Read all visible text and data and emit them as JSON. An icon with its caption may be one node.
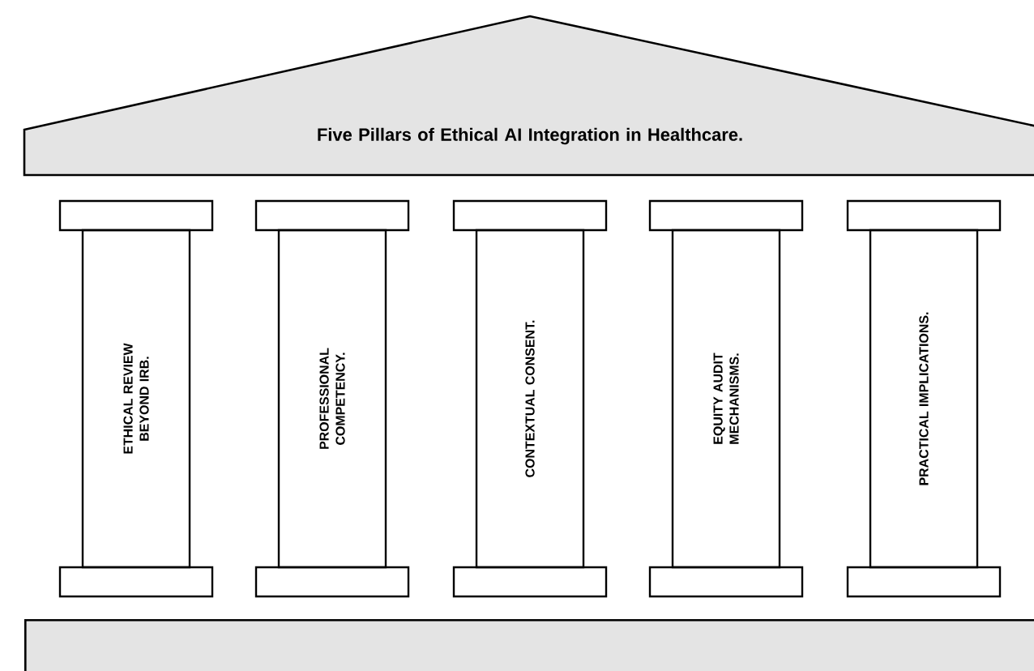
{
  "diagram": {
    "nodes": [
      {
        "text": [
          "Five Pillars of Ethical AI Integration in Healthcare."
        ]
      },
      {
        "text": [
          "ETHICAL REVIEW BEYOND IRB."
        ]
      },
      {
        "text": [
          "PROFESSIONAL COMPETENCY."
        ]
      },
      {
        "text": [
          "CONTEXTUAL CONSENT."
        ]
      },
      {
        "text": [
          "EQUITY AUDIT MECHANISMS."
        ]
      },
      {
        "text": [
          "PRACTICAL IMPLICATIONS."
        ]
      },
      {
        "text": [],
        "shape": "box"
      }
    ]
  }
}
